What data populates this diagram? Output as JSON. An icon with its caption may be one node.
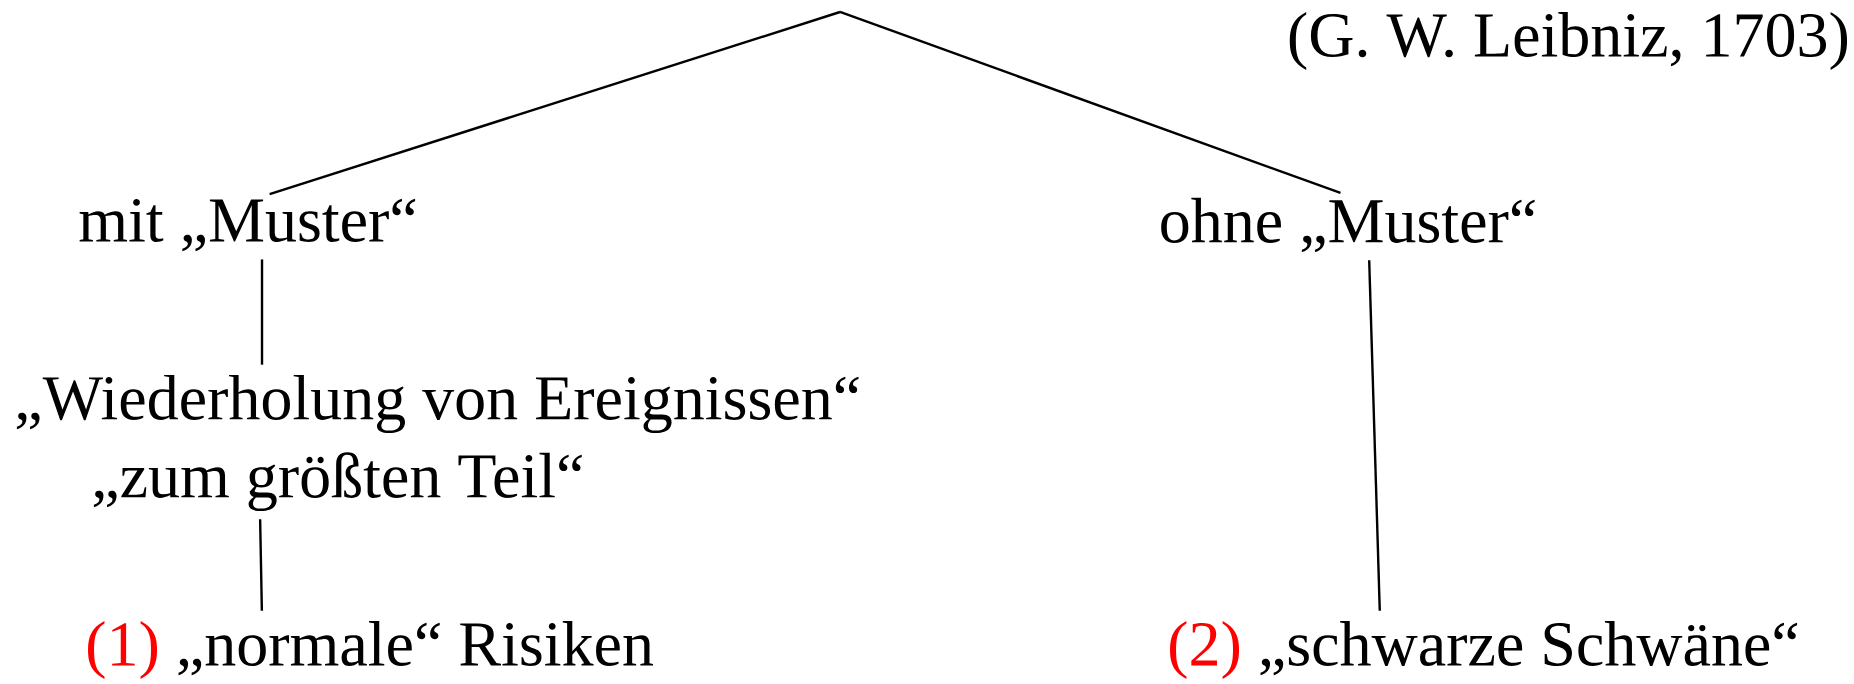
{
  "diagram": {
    "nodes": [
      {
        "text": [
          "mit „Muster“"
        ]
      },
      {
        "text": [
          "ohne „Muster“"
        ]
      },
      {
        "text": [
          "„Wiederholung von Ereignissen“",
          "„zum größten Teil“"
        ]
      },
      {
        "text": [
          "(1)",
          "„normale“ Risiken"
        ]
      },
      {
        "text": [
          "(2)",
          "„schwarze Schwäne“"
        ]
      }
    ],
    "edges": [
      {
        "from": null,
        "to": 0,
        "arrow": "none"
      },
      {
        "from": null,
        "to": 1,
        "arrow": "none"
      },
      {
        "from": 0,
        "to": 2,
        "arrow": "none"
      },
      {
        "from": 2,
        "to": 3,
        "arrow": "none"
      },
      {
        "from": 1,
        "to": 4,
        "arrow": "none"
      }
    ],
    "labels": [
      "(G. W. Leibniz, 1703)"
    ]
  }
}
